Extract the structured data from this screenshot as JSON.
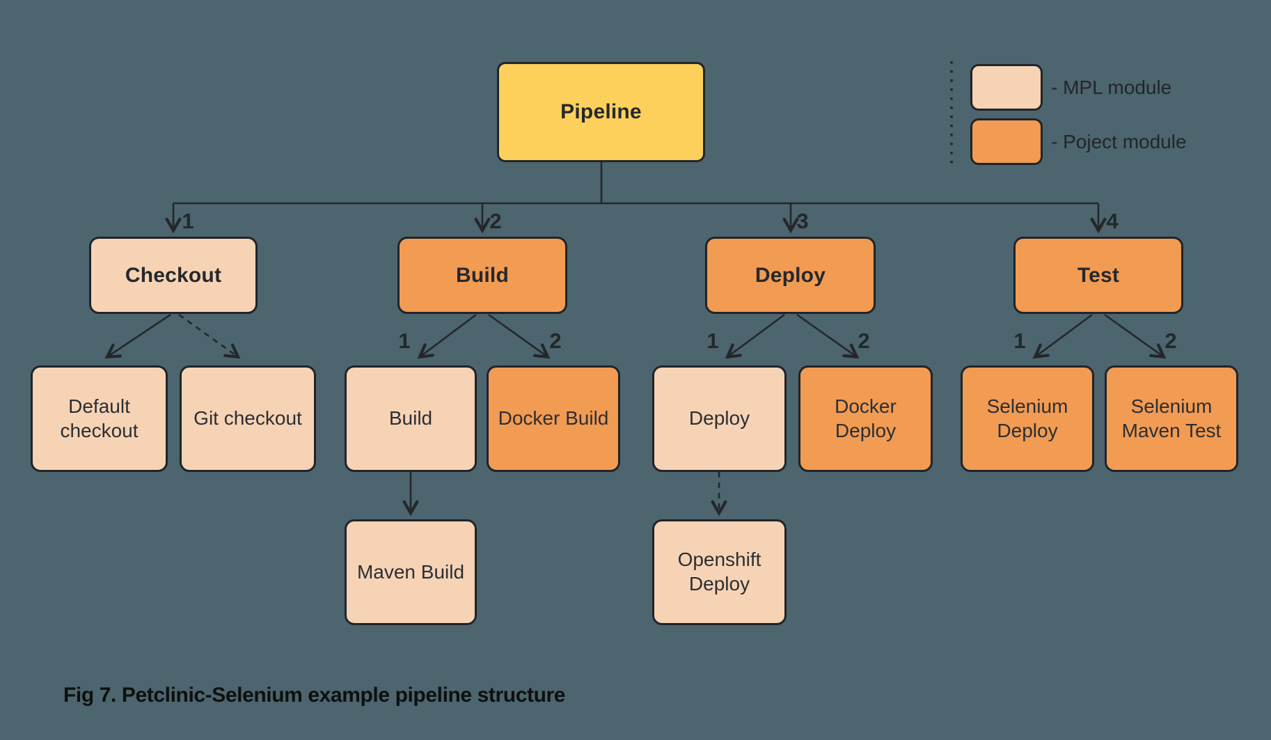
{
  "figure": {
    "caption": "Fig 7. Petclinic-Selenium example pipeline structure"
  },
  "legend": {
    "items": [
      {
        "label": "- MPL module",
        "color": "#f7d3b5"
      },
      {
        "label": "- Poject module",
        "color": "#f29b52"
      }
    ]
  },
  "colors": {
    "background": "#4c656e",
    "pipeline_box": "#fdd05c",
    "mpl_module_box": "#f7d3b5",
    "project_module_box": "#f29b52",
    "connector_line": "#24272a"
  },
  "diagram_type": "pipeline-tree",
  "nodes": {
    "pipeline": {
      "label": "Pipeline"
    },
    "checkout": {
      "label": "Checkout",
      "order": "1"
    },
    "build_stage": {
      "label": "Build",
      "order": "2"
    },
    "deploy_stage": {
      "label": "Deploy",
      "order": "3"
    },
    "test_stage": {
      "label": "Test",
      "order": "4"
    },
    "default_checkout": {
      "label": "Default checkout"
    },
    "git_checkout": {
      "label": "Git checkout"
    },
    "build_module": {
      "label": "Build",
      "order": "1"
    },
    "docker_build": {
      "label": "Docker Build",
      "order": "2"
    },
    "deploy_module": {
      "label": "Deploy",
      "order": "1"
    },
    "docker_deploy": {
      "label": "Docker Deploy",
      "order": "2"
    },
    "selenium_deploy": {
      "label": "Selenium Deploy",
      "order": "1"
    },
    "selenium_maven_test": {
      "label": "Selenium Maven Test",
      "order": "2"
    },
    "maven_build": {
      "label": "Maven Build"
    },
    "openshift_deploy": {
      "label": "Openshift Deploy"
    }
  }
}
